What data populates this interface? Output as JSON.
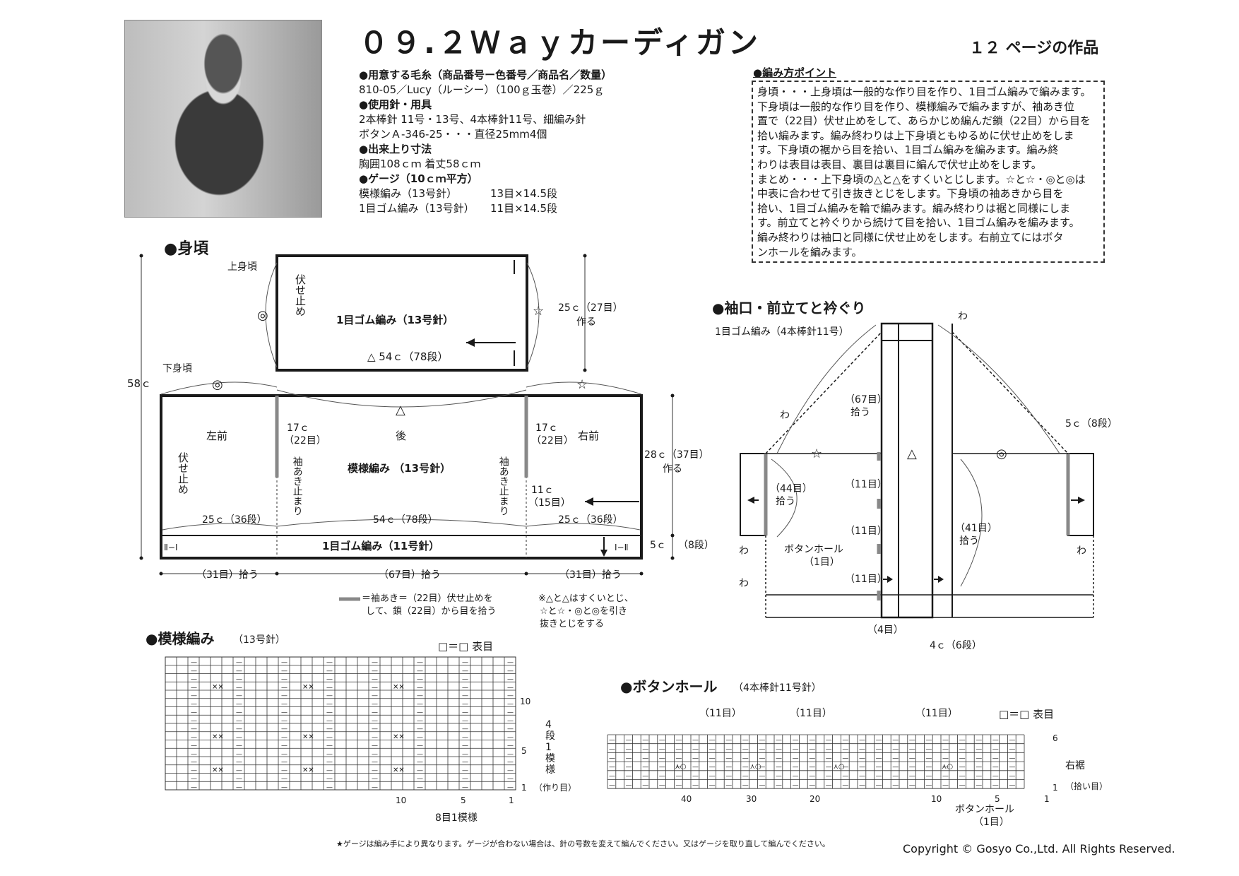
{
  "header": {
    "title": "０９.２Ｗａｙカーディガン",
    "page_ref": "１２ ページの作品"
  },
  "materials": {
    "yarn_heading": "●用意する毛糸（商品番号ー色番号／商品名／数量）",
    "yarn_value": "810-05／Lucy（ルーシー）（100ｇ玉巻）／225ｇ",
    "tools_heading": "●使用針・用具",
    "tools_line1": "2本棒針 11号・13号、4本棒針11号、細編み針",
    "tools_line2": "ボタンＡ-346-25・・・直径25mm4個",
    "size_heading": "●出来上り寸法",
    "size_value": "胸囲108ｃｍ 着丈58ｃｍ",
    "gauge_heading": "●ゲージ（10ｃｍ平方）",
    "gauge_rows": [
      {
        "label": "模様編み（13号針）",
        "value": "13目×14.5段"
      },
      {
        "label": "1目ゴム編み（13号針）",
        "value": "11目×14.5段"
      }
    ]
  },
  "points": {
    "heading": "●編み方ポイント",
    "lines": [
      "身頃・・・上身頃は一般的な作り目を作り、1目ゴム編みで編みます。",
      "下身頃は一般的な作り目を作り、模様編みで編みますが、袖あき位",
      "置で（22目）伏せ止めをして、あらかじめ編んだ鎖（22目）から目を",
      "拾い編みます。編み終わりは上下身頃ともゆるめに伏せ止めをしま",
      "す。下身頃の裾から目を拾い、1目ゴム編みを編みます。編み終",
      "わりは表目は表目、裏目は裏目に編んで伏せ止めをします。",
      "まとめ・・・上下身頃の△と△をすくいとじします。☆と☆・◎と◎は",
      "中表に合わせて引き抜きとじをします。下身頃の袖あきから目を",
      "拾い、1目ゴム編みを輪で編みます。編み終わりは裾と同様にしま",
      "す。前立てと衿ぐりから続けて目を拾い、1目ゴム編みを編みます。",
      "編み終わりは袖口と同様に伏せ止めをします。右前立てにはボタ",
      "ンホールを編みます。"
    ]
  },
  "body_section": {
    "heading": "●身頃",
    "upper_label": "上身頃",
    "lower_label": "下身頃",
    "upper_pattern": "1目ゴム編み（13号針）",
    "upper_bindoff": "伏せ止め",
    "upper_width": "△ 54ｃ（78段）",
    "upper_height": "25ｃ（27目）",
    "upper_height_sub": "作る",
    "total_height": "58ｃ",
    "star": "☆",
    "double_circle": "◎",
    "triangle": "△",
    "left_front": "左前",
    "back": "後",
    "right_front": "右前",
    "lower_pattern": "模様編み （13号針）",
    "lower_bindoff": "伏せ止め",
    "armhole_stop_left": "袖あき止まり",
    "armhole_stop_right": "袖あき止まり",
    "armhole_size_left": "17ｃ",
    "armhole_sts_left": "（22目）",
    "armhole_size_right": "17ｃ",
    "armhole_sts_right": "（22目）",
    "side_11c": "11ｃ",
    "side_15": "（15目）",
    "lower_height": "28ｃ（37目）",
    "lower_height_sub": "作る",
    "w_left": "25ｃ（36段）",
    "w_mid": "54ｃ（78段）",
    "w_right": "25ｃ（36段）",
    "rib": "1目ゴム編み（11号針）",
    "rib_height": "5ｃ",
    "rib_rows": "（8段）",
    "pick_left": "（31目）拾う",
    "pick_mid": "（67目）拾う",
    "pick_right": "（31目）拾う",
    "rib_mark_left": "Ⅱ−Ⅰ",
    "rib_mark_right": "Ⅰ−Ⅱ",
    "note_armhole_1": "＝袖あき＝（22目）伏せ止めを",
    "note_armhole_2": "して、鎖（22目）から目を拾う",
    "note_join_1": "※△と△はすくいとじ、",
    "note_join_2": "☆と☆・◎と◎を引き",
    "note_join_3": "抜きとじをする"
  },
  "sleeve_section": {
    "heading": "●袖口・前立てと衿ぐり",
    "sub": "1目ゴム編み（4本棒針11号）",
    "wa": "わ",
    "pick67": "（67目）",
    "pick67_sub": "拾う",
    "cuff_size": "5ｃ（8段）",
    "pick44": "（44目）",
    "pick44_sub": "拾う",
    "pick41": "（41目）",
    "pick41_sub": "拾う",
    "eleven": "（11目）",
    "buttonhole": "ボタンホール",
    "buttonhole_sts": "（1目）",
    "four": "（4目）",
    "band_size": "4ｃ（6段）",
    "star": "☆",
    "triangle": "△",
    "double_circle": "◎"
  },
  "pattern_chart": {
    "heading": "●模様編み",
    "needle": "（13号針）",
    "legend": "□＝□ 表目",
    "row_10": "10",
    "row_5": "5",
    "row_1": "1",
    "cast_on": "（作り目）",
    "repeat_rows": "4段1模様",
    "col_10": "10",
    "col_5": "5",
    "col_1": "1",
    "repeat_sts": "8目1模様"
  },
  "buttonhole_chart": {
    "heading": "●ボタンホール",
    "needle": "（4本棒針11号針）",
    "legend": "□＝□ 表目",
    "gap1": "（11目）",
    "gap2": "（11目）",
    "gap3": "（11目）",
    "row_6": "6",
    "row_1": "1",
    "right_hem": "右裾",
    "picked": "（拾い目）",
    "cols": [
      "40",
      "30",
      "20",
      "10",
      "5",
      "1"
    ],
    "bh_label": "ボタンホール",
    "bh_sts": "（1目）"
  },
  "footer": {
    "gauge_note": "★ゲージは編み手により異なります。ゲージが合わない場合は、針の号数を変えて編んでください。又はゲージを取り直して編んでください。",
    "copyright": "Copyright © Gosyo Co.,Ltd. All Rights Reserved."
  }
}
